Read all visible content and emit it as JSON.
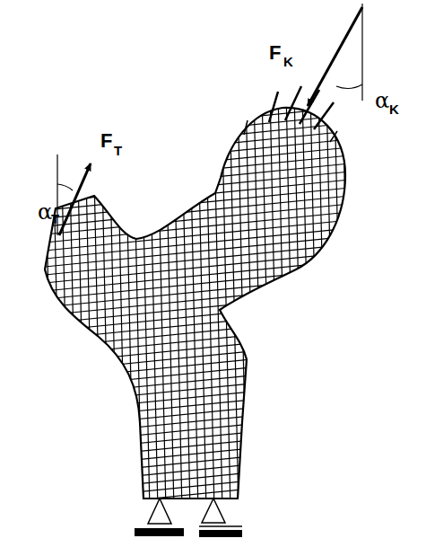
{
  "diagram": {
    "labels": [
      "F",
      "T",
      "α",
      "T",
      "F",
      "K",
      "α",
      "K"
    ]
  }
}
